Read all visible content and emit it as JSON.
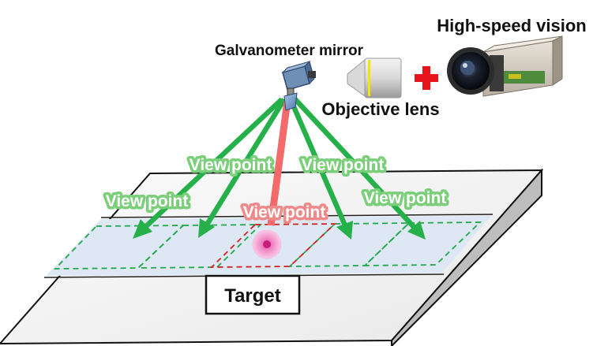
{
  "labels": {
    "high_speed_vision": "High-speed vision",
    "galvanometer_mirror": "Galvanometer mirror",
    "objective_lens": "Objective lens",
    "target": "Target",
    "view_point_1": "View point",
    "view_point_2": "View point",
    "view_point_3": "View point",
    "view_point_4": "View point",
    "view_point_center": "View point"
  },
  "colors": {
    "green_arrow": "#25b04a",
    "red_beam": "#f26a6a",
    "red_plus": "#e8141c",
    "stage_top": "#f4f4f4",
    "scan_band": "#dde8f4",
    "target_cell": "#f48ac8"
  },
  "icons": {
    "camera": "high-speed-camera-icon",
    "lens": "objective-lens-icon",
    "mirror": "galvanometer-mirror-icon",
    "plus": "plus-icon"
  }
}
